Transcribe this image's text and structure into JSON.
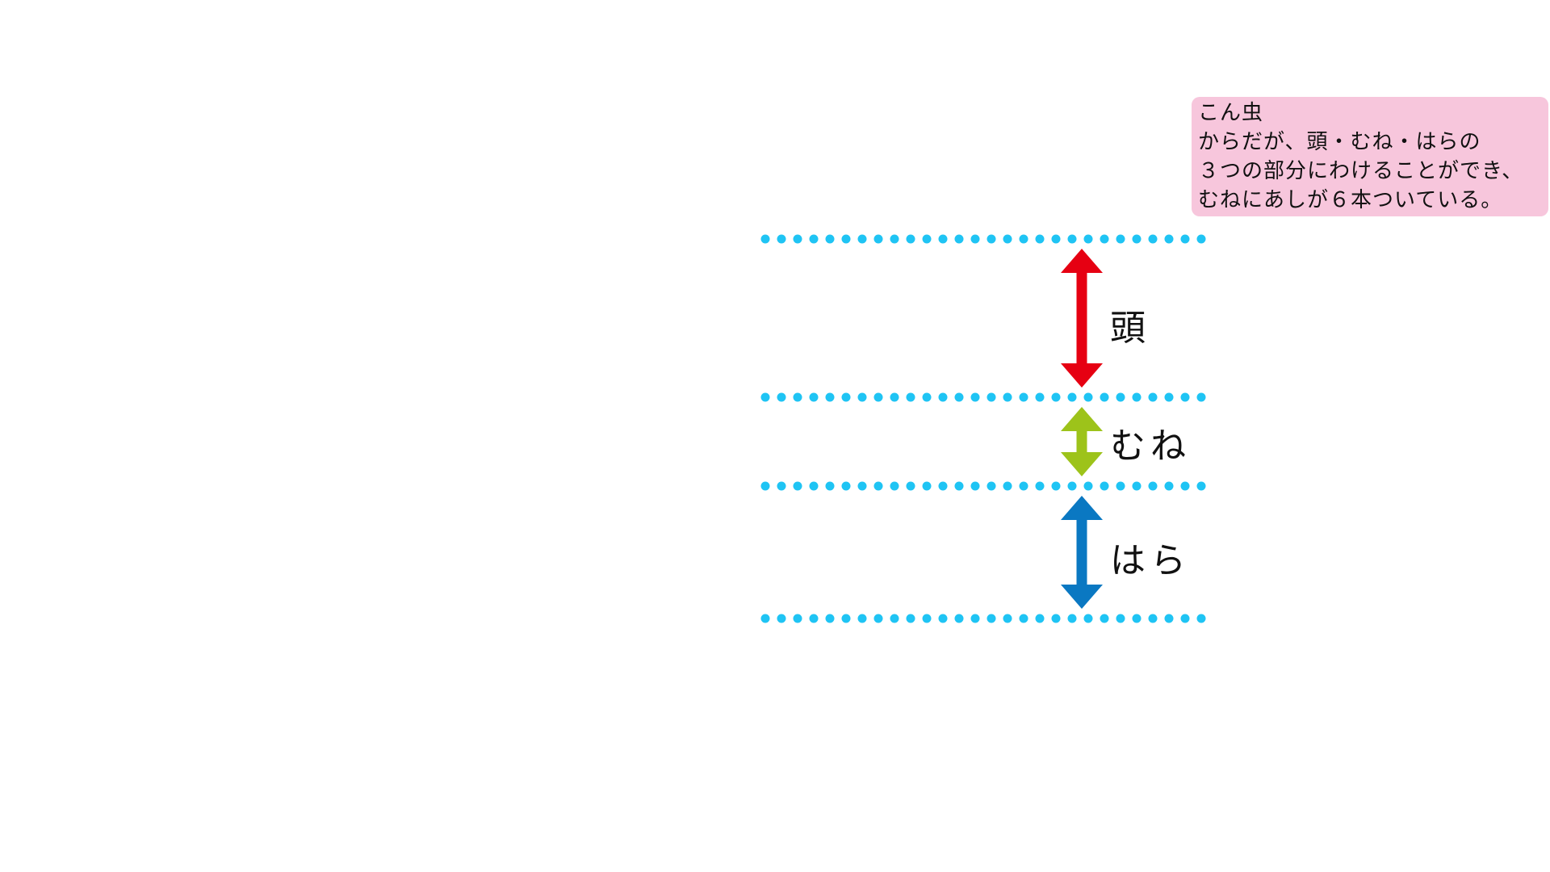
{
  "note": {
    "lines": [
      "こん虫",
      "からだが、頭・むね・はらの",
      "３つの部分にわけることができ、",
      "むねにあしが６本ついている。"
    ],
    "background": "#f7c6dc"
  },
  "segments": [
    {
      "label": "頭",
      "color": "#e60012"
    },
    {
      "label": "むね",
      "color": "#9dc31a"
    },
    {
      "label": "はら",
      "color": "#0a78c2"
    }
  ],
  "divider_color": "#1fc4f4"
}
